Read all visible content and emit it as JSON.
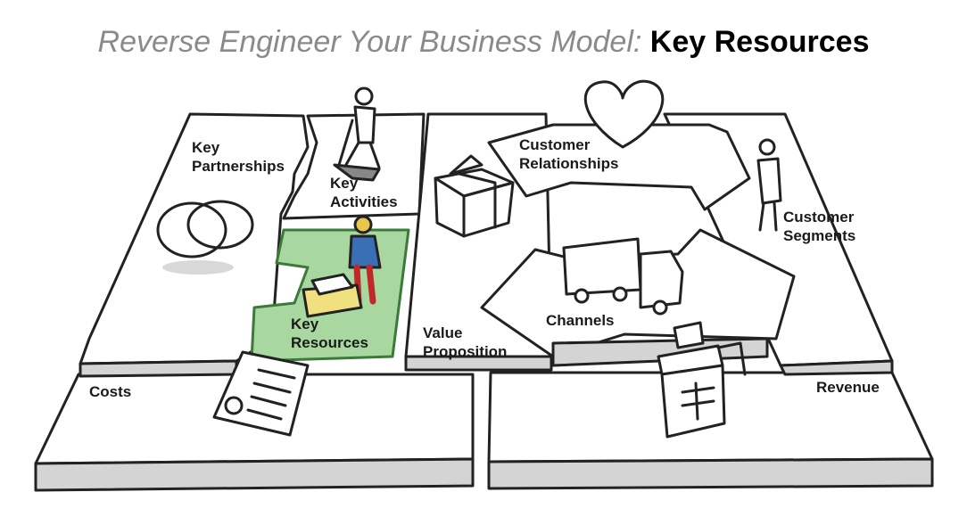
{
  "title": {
    "lead": "Reverse Engineer Your Business Model:",
    "highlight": "Key Resources"
  },
  "blocks": {
    "key_partnerships": [
      "Key",
      "Partnerships"
    ],
    "key_activities": [
      "Key",
      "Activities"
    ],
    "key_resources": [
      "Key",
      "Resources"
    ],
    "value_proposition": [
      "Value",
      "Proposition"
    ],
    "customer_relationships": [
      "Customer",
      "Relationships"
    ],
    "channels": [
      "Channels"
    ],
    "customer_segments": [
      "Customer",
      "Segments"
    ],
    "costs": [
      "Costs"
    ],
    "revenue": [
      "Revenue"
    ]
  },
  "colors": {
    "highlight_fill": "#a8d8a0",
    "highlight_stroke": "#3c7a3c",
    "shadow": "#c8c8c8",
    "line": "#222222"
  },
  "icons": [
    "rings-icon",
    "worker-shovel-icon",
    "person-desk-icon",
    "gift-box-icon",
    "heart-icon",
    "delivery-truck-icon",
    "person-standing-icon",
    "cash-register-icon",
    "bill-icon"
  ]
}
